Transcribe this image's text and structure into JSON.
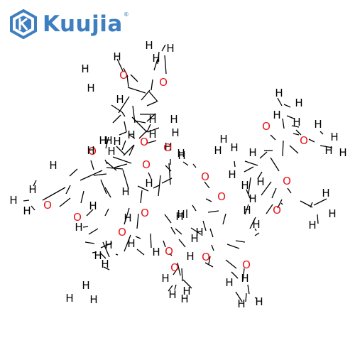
{
  "brand": {
    "name": "Kuujia",
    "registered_mark": "®",
    "color": "#3d7fc1"
  },
  "molecule": {
    "element_colors": {
      "H": "#000000",
      "O": "#e8141b",
      "bond": "#000000"
    },
    "atom_labels": [
      {
        "el": "H",
        "t": "H"
      },
      {
        "el": "H",
        "t": "H"
      },
      {
        "el": "H",
        "t": "H"
      },
      {
        "el": "O",
        "t": "O"
      },
      {
        "el": "H",
        "t": "H"
      },
      {
        "el": "H",
        "t": "H"
      },
      {
        "el": "H",
        "t": "H"
      },
      {
        "el": "O",
        "t": "O"
      },
      {
        "el": "H",
        "t": "H"
      },
      {
        "el": "H",
        "t": "H"
      },
      {
        "el": "H",
        "t": "H"
      },
      {
        "el": "H",
        "t": "H"
      },
      {
        "el": "O",
        "t": "O"
      },
      {
        "el": "H",
        "t": "H"
      },
      {
        "el": "H",
        "t": "H"
      },
      {
        "el": "H",
        "t": "H"
      },
      {
        "el": "O",
        "t": "O"
      },
      {
        "el": "H",
        "t": "H"
      },
      {
        "el": "H",
        "t": "H"
      },
      {
        "el": "H",
        "t": "H"
      },
      {
        "el": "H",
        "t": "H"
      },
      {
        "el": "H",
        "t": "H"
      },
      {
        "el": "O",
        "t": "O"
      },
      {
        "el": "O",
        "t": "O"
      },
      {
        "el": "H",
        "t": "H"
      },
      {
        "el": "O",
        "t": "O"
      },
      {
        "el": "H",
        "t": "H"
      },
      {
        "el": "H",
        "t": "H"
      },
      {
        "el": "H",
        "t": "H"
      },
      {
        "el": "O",
        "t": "O"
      },
      {
        "el": "H",
        "t": "H"
      },
      {
        "el": "H",
        "t": "H"
      },
      {
        "el": "H",
        "t": "H"
      },
      {
        "el": "H",
        "t": "H"
      },
      {
        "el": "O",
        "t": "O"
      },
      {
        "el": "H",
        "t": "H"
      },
      {
        "el": "H",
        "t": "H"
      },
      {
        "el": "H",
        "t": "H"
      },
      {
        "el": "H",
        "t": "H"
      },
      {
        "el": "O",
        "t": "O"
      },
      {
        "el": "O",
        "t": "O"
      },
      {
        "el": "H",
        "t": "H"
      },
      {
        "el": "H",
        "t": "H"
      },
      {
        "el": "H",
        "t": "H"
      },
      {
        "el": "H",
        "t": "H"
      },
      {
        "el": "H",
        "t": "H"
      },
      {
        "el": "H",
        "t": "H"
      },
      {
        "el": "H",
        "t": "H"
      },
      {
        "el": "O",
        "t": "O"
      },
      {
        "el": "H",
        "t": "H"
      },
      {
        "el": "H",
        "t": "H"
      },
      {
        "el": "H",
        "t": "H"
      },
      {
        "el": "O",
        "t": "O"
      },
      {
        "el": "H",
        "t": "H"
      },
      {
        "el": "H",
        "t": "H"
      },
      {
        "el": "H",
        "t": "H"
      },
      {
        "el": "H",
        "t": "H"
      },
      {
        "el": "H",
        "t": "H"
      },
      {
        "el": "O",
        "t": "O"
      },
      {
        "el": "H",
        "t": "H"
      },
      {
        "el": "H",
        "t": "H"
      },
      {
        "el": "H",
        "t": "H"
      },
      {
        "el": "O",
        "t": "O"
      },
      {
        "el": "O",
        "t": "O"
      },
      {
        "el": "H",
        "t": "H"
      },
      {
        "el": "H",
        "t": "H"
      },
      {
        "el": "H",
        "t": "H"
      },
      {
        "el": "H",
        "t": "H"
      },
      {
        "el": "H",
        "t": "H"
      },
      {
        "el": "O",
        "t": "O"
      },
      {
        "el": "H",
        "t": "H"
      },
      {
        "el": "H",
        "t": "H"
      },
      {
        "el": "H",
        "t": "H"
      },
      {
        "el": "H",
        "t": "H"
      },
      {
        "el": "H",
        "t": "H"
      },
      {
        "el": "H",
        "t": "H"
      },
      {
        "el": "H",
        "t": "H"
      },
      {
        "el": "O",
        "t": "O"
      },
      {
        "el": "H",
        "t": "H"
      },
      {
        "el": "H",
        "t": "H"
      },
      {
        "el": "H",
        "t": "H"
      },
      {
        "el": "H",
        "t": "H"
      },
      {
        "el": "O",
        "t": "O"
      },
      {
        "el": "H",
        "t": "H"
      },
      {
        "el": "H",
        "t": "H"
      },
      {
        "el": "H",
        "t": "H"
      },
      {
        "el": "H",
        "t": "H"
      },
      {
        "el": "O",
        "t": "O"
      },
      {
        "el": "H",
        "t": "H"
      },
      {
        "el": "H",
        "t": "H"
      },
      {
        "el": "H",
        "t": "H"
      }
    ]
  }
}
